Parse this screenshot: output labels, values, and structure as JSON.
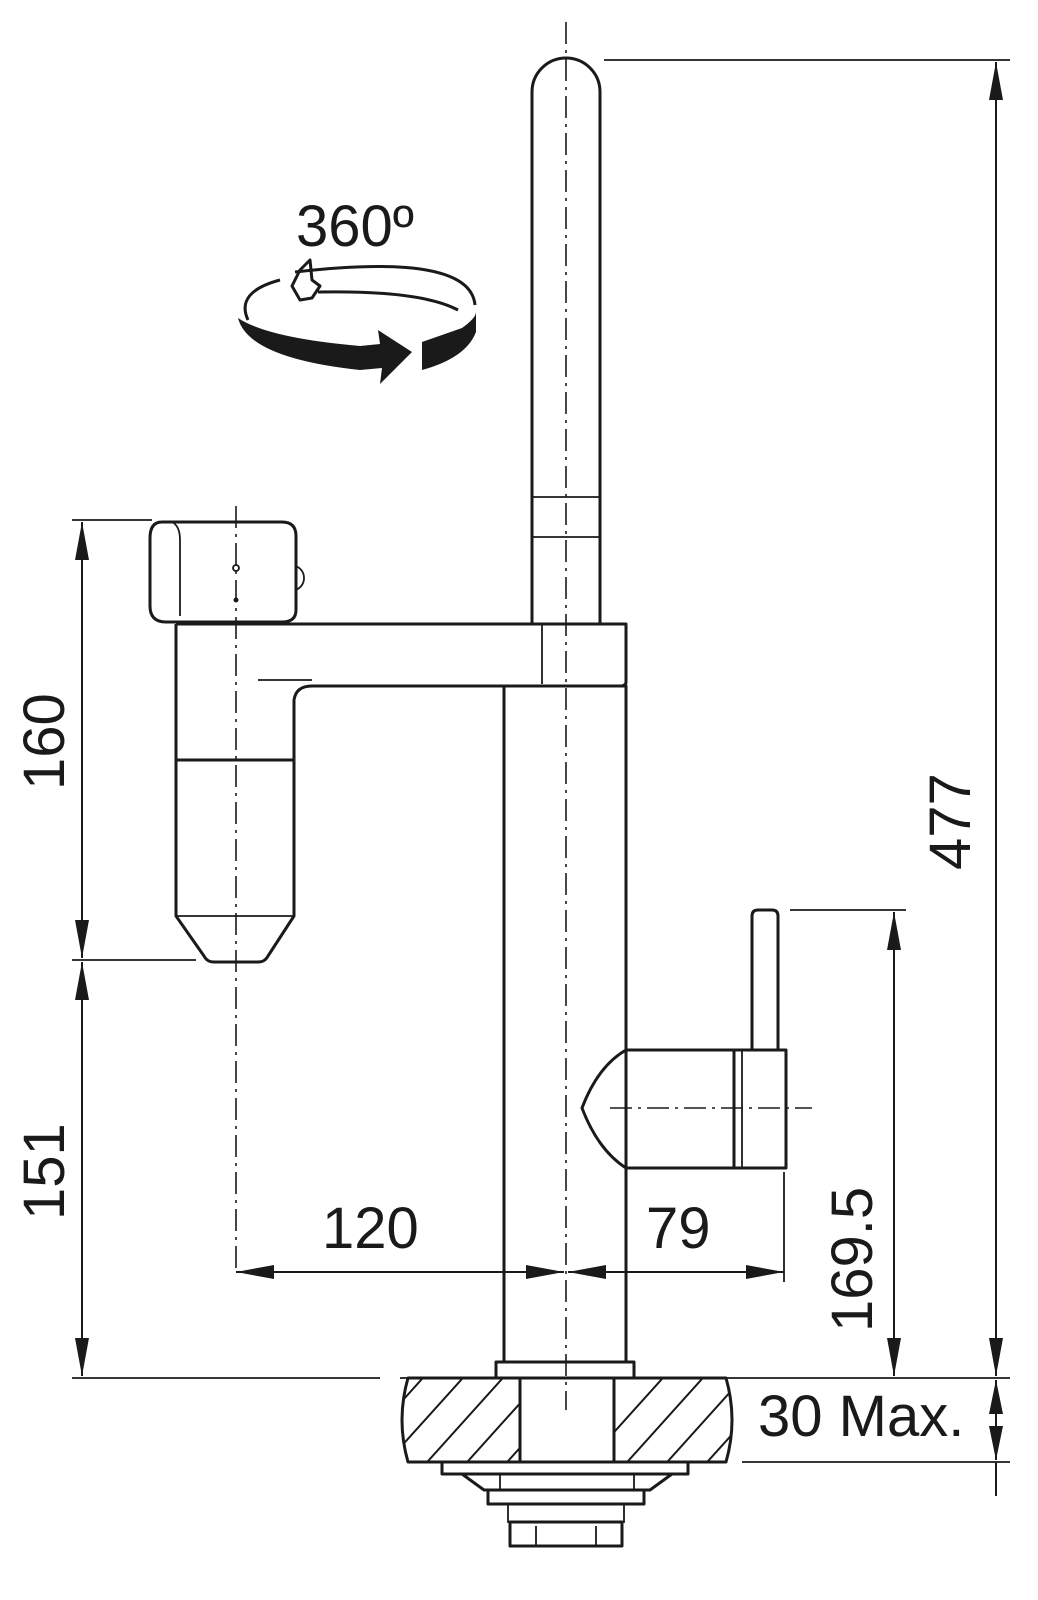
{
  "rotation": {
    "label": "360º"
  },
  "dimensions": {
    "total_height": "477",
    "handset_height": "160",
    "spout_outlet_height": "151",
    "spout_reach": "120",
    "lever_offset": "79",
    "lever_height": "169.5",
    "deck_thickness": "30 Max."
  }
}
